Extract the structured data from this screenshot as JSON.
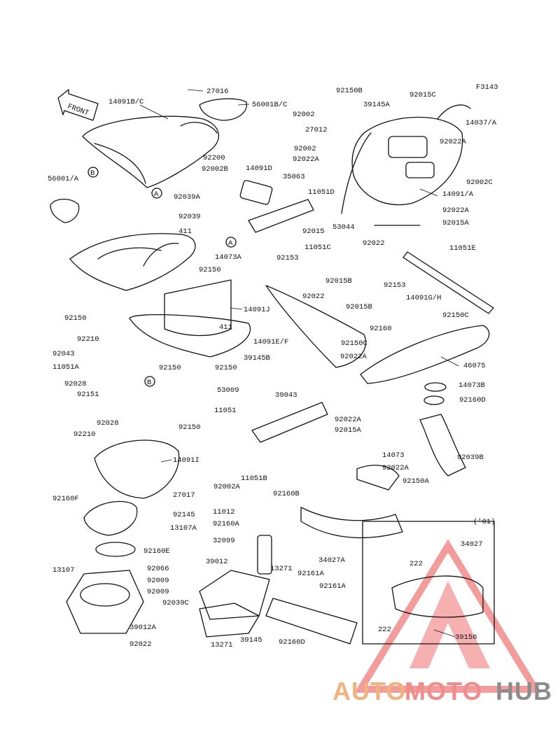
{
  "figure_code": "F3143",
  "front_label": "FRONT",
  "year_note": "('01)",
  "watermark": {
    "auto": "AUTO",
    "moto": "MOTO",
    "hub": "HUB",
    "colors": {
      "auto": "#f2b27f",
      "moto": "#ef8d8d",
      "hub": "#8c8c8c",
      "triangle": "#f07b7b"
    }
  },
  "callouts": [
    "A",
    "B",
    "A",
    "B"
  ],
  "part_labels": [
    "14091B/C",
    "27016",
    "56001B/C",
    "92150B",
    "39145A",
    "92015C",
    "92002",
    "27012",
    "14037/A",
    "92002",
    "92022A",
    "92022A",
    "92200",
    "92002B",
    "14091D",
    "35063",
    "11051D",
    "92002C",
    "56001/A",
    "92039A",
    "14091/A",
    "92039",
    "92022A",
    "53044",
    "411",
    "92015",
    "92015A",
    "11051C",
    "92022",
    "11051E",
    "14073A",
    "92153",
    "92150",
    "92015B",
    "92153",
    "92022",
    "14091G/H",
    "92150",
    "14091J",
    "92015B",
    "92150C",
    "92160",
    "411",
    "14091E/F",
    "92210",
    "92150C",
    "92043",
    "39145B",
    "92022A",
    "11051A",
    "92150",
    "92150",
    "46075",
    "92028",
    "14073B",
    "92151",
    "53009",
    "39043",
    "11051",
    "92160D",
    "92150",
    "92028",
    "92022A",
    "92210",
    "92015A",
    "14091I",
    "14073",
    "92039B",
    "11051B",
    "92022A",
    "92002A",
    "92160F",
    "27017",
    "92150A",
    "92160B",
    "92145",
    "11012",
    "13107A",
    "92160A",
    "(’01)",
    "32099",
    "34027",
    "92160E",
    "39012",
    "13271",
    "34027A",
    "222",
    "13107",
    "92066",
    "92161A",
    "92161A",
    "92009",
    "92009",
    "92039C",
    "222",
    "39012A",
    "39156",
    "13271",
    "39145",
    "92022",
    "92160D"
  ]
}
